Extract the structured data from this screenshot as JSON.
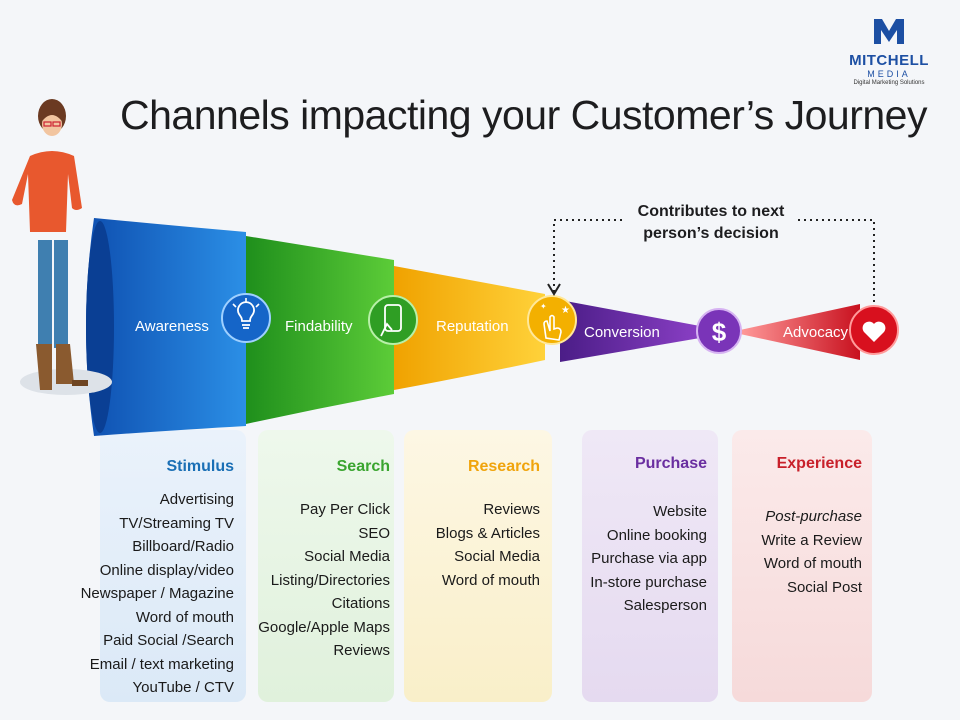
{
  "title": "Channels impacting your Customer’s Journey",
  "logo": {
    "letter": "M",
    "name": "MITCHELL",
    "sub": "MEDIA",
    "tagline": "Digital Marketing Solutions"
  },
  "callout": {
    "line1": "Contributes to next",
    "line2": "person’s decision"
  },
  "stages": [
    {
      "label": "Awareness",
      "icon": "lightbulb-icon",
      "color": "#1f7ad6"
    },
    {
      "label": "Findability",
      "icon": "phone-tap-icon",
      "color": "#33b82d"
    },
    {
      "label": "Reputation",
      "icon": "hand-stars-icon",
      "color": "#f2b414"
    },
    {
      "label": "Conversion",
      "icon": "dollar-icon",
      "color": "#6a2ea0"
    },
    {
      "label": "Advocacy",
      "icon": "heart-icon",
      "color": "#d8202a"
    }
  ],
  "columns": [
    {
      "heading": "Stimulus",
      "color": "#1a6fb5",
      "items": [
        "Advertising",
        "TV/Streaming TV",
        "Billboard/Radio",
        "Online display/video",
        "Newspaper / Magazine",
        "Word of mouth",
        "Paid Social /Search",
        "Email / text marketing",
        "YouTube / CTV"
      ]
    },
    {
      "heading": "Search",
      "color": "#3aa52f",
      "items": [
        "Pay Per Click",
        "SEO",
        "Social Media",
        "Listing/Directories",
        "Citations",
        "Google/Apple Maps",
        "Reviews"
      ]
    },
    {
      "heading": "Research",
      "color": "#f0a40c",
      "items": [
        "Reviews",
        "Blogs & Articles",
        "Social Media",
        "Word of mouth"
      ]
    },
    {
      "heading": "Purchase",
      "color": "#6a2ea0",
      "items": [
        "Website",
        "Online booking",
        "Purchase via app",
        "In-store purchase",
        "Salesperson"
      ]
    },
    {
      "heading": "Experience",
      "color": "#c8202a",
      "items": [
        "Post-purchase",
        "Write a Review",
        "Word of mouth",
        "Social Post"
      ]
    }
  ]
}
